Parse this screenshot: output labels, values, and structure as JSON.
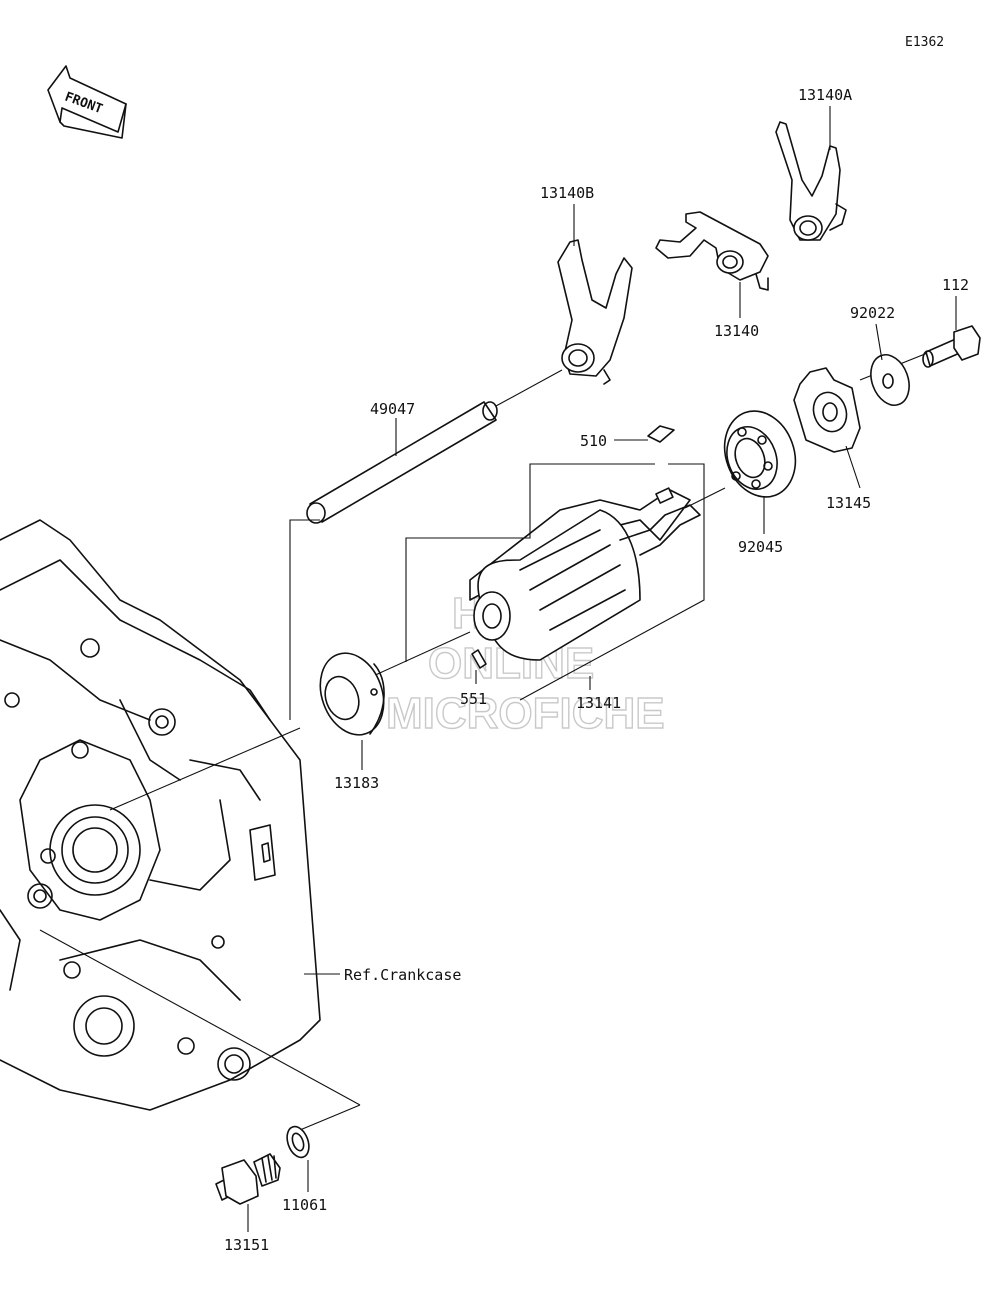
{
  "diagram_code": "E1362",
  "front_label": "FRONT",
  "watermark": [
    "HLSM",
    "ONLINE",
    "MICROFICHE"
  ],
  "parts": {
    "p13140A": "13140A",
    "p13140B": "13140B",
    "p13140": "13140",
    "p112": "112",
    "p92022": "92022",
    "p49047": "49047",
    "p510": "510",
    "p13145": "13145",
    "p92045": "92045",
    "p551": "551",
    "p13141": "13141",
    "p13183": "13183",
    "ref_crankcase": "Ref.Crankcase",
    "p11061": "11061",
    "p13151": "13151"
  }
}
